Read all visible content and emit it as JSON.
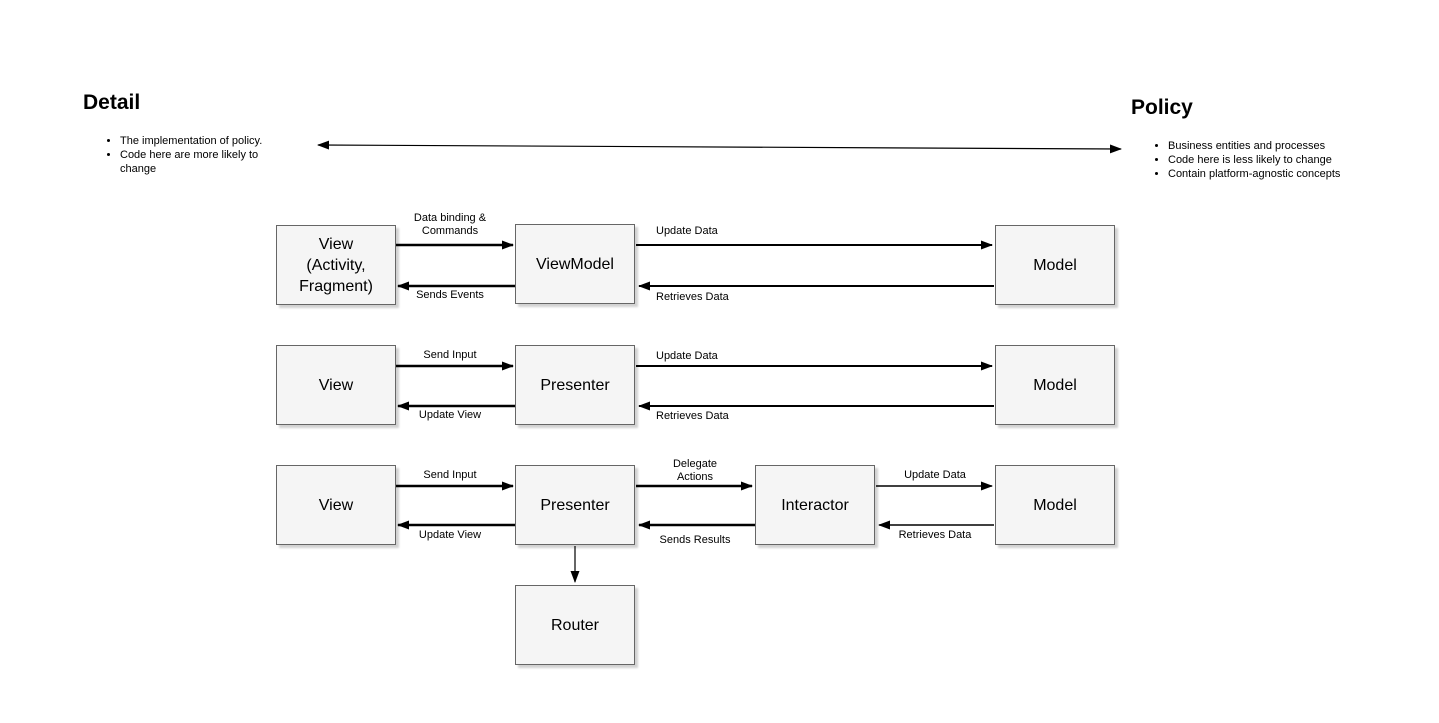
{
  "detail_section": {
    "title": "Detail",
    "bullets": [
      "The implementation of policy.",
      "Code here are more likely to change"
    ]
  },
  "policy_section": {
    "title": "Policy",
    "bullets": [
      "Business entities and processes",
      "Code here is less likely to change",
      "Contain platform-agnostic concepts"
    ]
  },
  "colors": {
    "box_fill": "#f5f5f5",
    "box_border": "#666666",
    "arrow": "#000000",
    "text": "#000000",
    "background": "#ffffff"
  },
  "mvvm": {
    "view_label": "View\n(Activity,\nFragment)",
    "viewmodel_label": "ViewModel",
    "model_label": "Model",
    "arrow_labels": {
      "to_viewmodel": "Data binding &\nCommands",
      "to_view": "Sends Events",
      "to_model": "Update Data",
      "from_model": "Retrieves Data"
    }
  },
  "mvp": {
    "view_label": "View",
    "presenter_label": "Presenter",
    "model_label": "Model",
    "arrow_labels": {
      "to_presenter": "Send Input",
      "to_view": "Update View",
      "to_model": "Update Data",
      "from_model": "Retrieves Data"
    }
  },
  "viper": {
    "view_label": "View",
    "presenter_label": "Presenter",
    "interactor_label": "Interactor",
    "model_label": "Model",
    "router_label": "Router",
    "arrow_labels": {
      "to_interactor_from_view": "Send Input",
      "to_view": "Update View",
      "to_interactor": "Delegate\nActions",
      "to_presenter_back": "Sends Results",
      "to_model": "Update Data",
      "from_model": "Retrieves Data"
    }
  }
}
